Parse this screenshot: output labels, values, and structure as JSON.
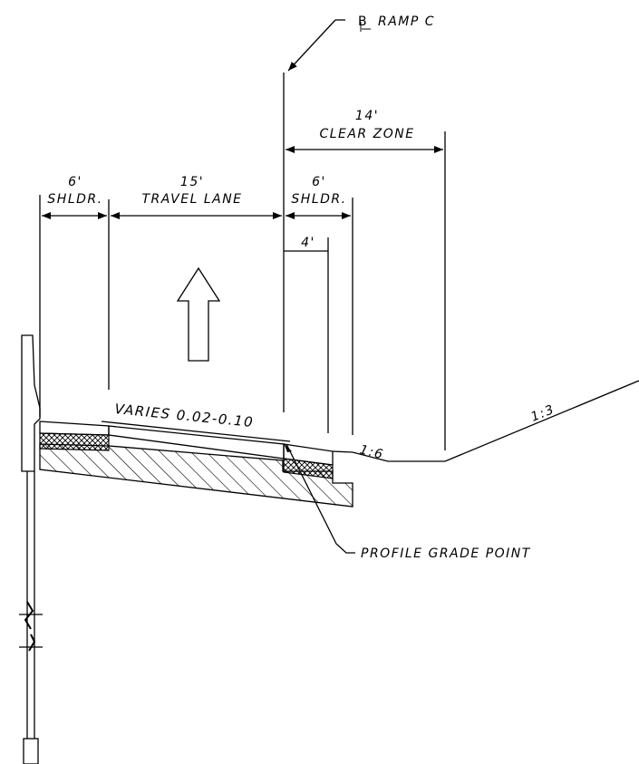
{
  "labels": {
    "ramp_cl": "RAMP C",
    "clear_zone_dim": "14'",
    "clear_zone": "CLEAR ZONE",
    "left_shoulder_dim": "6'",
    "left_shoulder": "SHLDR.",
    "travel_lane_dim": "15'",
    "travel_lane": "TRAVEL LANE",
    "right_shoulder_dim": "6'",
    "right_shoulder": "SHLDR.",
    "offset_dim": "4'",
    "cross_slope": "VARIES 0.02-0.10",
    "fill_slope": "1:6",
    "back_slope": "1:3",
    "profile_grade_point": "PROFILE GRADE POINT"
  }
}
